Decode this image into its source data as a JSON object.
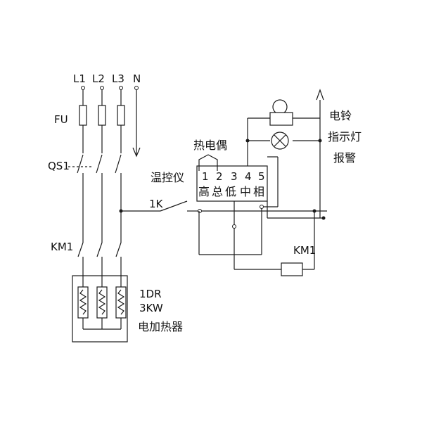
{
  "diagram": {
    "phases": {
      "l1": "L1",
      "l2": "L2",
      "l3": "L3",
      "n": "N"
    },
    "fuse": "FU",
    "breaker": "QS1",
    "contactor_main": "KM1",
    "contactor_coil": "KM1",
    "heater_id": "1DR",
    "heater_power": "3KW",
    "heater_name": "电加热器",
    "thermocouple": "热电偶",
    "controller": "温控仪",
    "terminals": [
      "1",
      "2",
      "3",
      "4",
      "5"
    ],
    "terminal_funcs": [
      "高",
      "总",
      "低",
      "中",
      "相"
    ],
    "switch": "1K",
    "bell": "电铃",
    "indicator": "指示灯",
    "alarm": "报警"
  }
}
